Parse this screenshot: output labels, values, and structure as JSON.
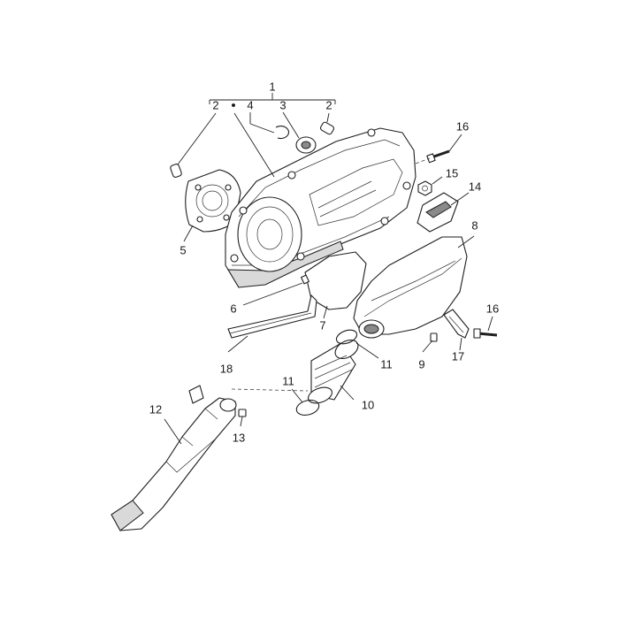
{
  "callouts": {
    "c1": "1",
    "c2a": "2",
    "c_dot": "•",
    "c4": "4",
    "c3": "3",
    "c2b": "2",
    "c16a": "16",
    "c15": "15",
    "c14": "14",
    "c8": "8",
    "c5": "5",
    "c6": "6",
    "c7": "7",
    "c16b": "16",
    "c9": "9",
    "c11a": "11",
    "c17": "17",
    "c18": "18",
    "c11b": "11",
    "c10": "10",
    "c12": "12",
    "c13": "13"
  },
  "colors": {
    "line": "#1e1e1e",
    "fill": "#ffffff",
    "shade": "#d9d9d9"
  }
}
